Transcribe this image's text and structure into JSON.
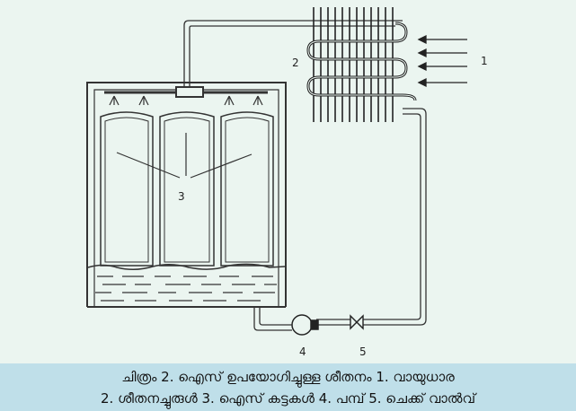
{
  "diagram": {
    "labels": {
      "airflow": "1",
      "coil": "2",
      "ice_blocks": "3",
      "pump": "4",
      "check_valve": "5"
    }
  },
  "caption": {
    "line1": "ചിത്രം 2. ഐസ് ഉപയോഗിച്ചുള്ള ശീതനം 1. വായുധാര",
    "line2": "2. ശീതനച്ചുരുൾ 3. ഐസ് കട്ടകൾ 4. പമ്പ് 5. ചെക്ക് വാൽവ്"
  }
}
